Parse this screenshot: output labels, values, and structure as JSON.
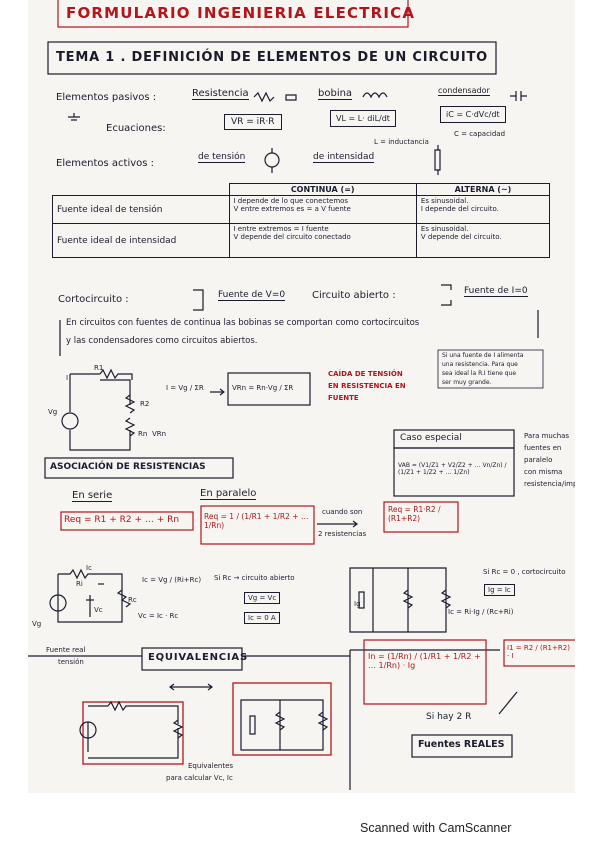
{
  "header": {
    "title": "FORMULARIO INGENIERIA ELECTRICA",
    "topic": "TEMA 1 . DEFINICIÓN DE ELEMENTOS DE UN CIRCUITO"
  },
  "passive": {
    "label": "Elementos pasivos :",
    "resistencia": "Resistencia",
    "bobina": "bobina",
    "condensador": "condensador",
    "ecuaciones": "Ecuaciones:",
    "eq_r": "VR = iR·R",
    "eq_l": "VL = L· diL/dt",
    "eq_c": "iC = C·dVc/dt",
    "l_note": "L = inductancia",
    "c_note": "C = capacidad"
  },
  "active": {
    "label": "Elementos activos :",
    "tension": "de tensión",
    "intensidad": "de intensidad",
    "col_continua": "CONTINUA (=)",
    "col_alterna": "ALTERNA (~)",
    "row1_label": "Fuente ideal de tensión",
    "row1_cont_1": "I depende de lo que conectemos",
    "row1_cont_2": "V entre extremos es = a V fuente",
    "row1_alt_1": "Es sinusoidal.",
    "row1_alt_2": "I depende del circuito.",
    "row2_label": "Fuente ideal de intensidad",
    "row2_cont_1": "I entre extremos = I fuente",
    "row2_cont_2": "V depende del circuito conectado",
    "row2_alt_1": "Es sinusoidal.",
    "row2_alt_2": "V depende del circuito."
  },
  "short": {
    "cortocircuito": "Cortocircuito :",
    "fuente_v0": "Fuente de V=0",
    "abierto": "Circuito abierto :",
    "fuente_i0": "Fuente de I=0",
    "note_1": "En circuitos con fuentes de continua las bobinas se comportan como cortocircuitos",
    "note_2": "y las condensadores como circuitos abiertos."
  },
  "divider": {
    "i_eq": "I = Vg / ΣR",
    "vrn": "VRn = Rn·Vg / ΣR",
    "caida": "CAÍDA DE TENSIÓN",
    "en_res": "EN RESISTENCIA EN",
    "fuente": "FUENTE",
    "side_note_1": "Si una fuente de I alimenta",
    "side_note_2": "una resistencia. Para que",
    "side_note_3": "sea ideal la R.I tiene que",
    "side_note_4": "ser muy grande.",
    "lbl_r1": "R1",
    "lbl_r2": "R2",
    "lbl_rn": "Rn",
    "lbl_vg": "Vg",
    "lbl_vrn": "VRn",
    "lbl_i": "I"
  },
  "special": {
    "title": "Caso especial",
    "formula": "VAB = (V1/Z1 + V2/Z2 + … Vn/Zn) / (1/Z1 + 1/Z2 + … 1/Zn)",
    "note_1": "Para muchas",
    "note_2": "fuentes en",
    "note_3": "paralelo",
    "note_4": "con misma",
    "note_5": "resistencia/imp."
  },
  "assoc": {
    "title": "ASOCIACIÓN DE RESISTENCIAS",
    "serie": "En serie",
    "paralelo": "En paralelo",
    "req_serie": "Req = R1 + R2 + … + Rn",
    "req_par": "Req = 1 / (1/R1 + 1/R2 + … 1/Rn)",
    "cuando": "cuando son",
    "dos": "2 resistencias",
    "req_two": "Req = R1·R2 / (R1+R2)"
  },
  "real": {
    "ic": "Ic = Vg / (Ri+Rc)",
    "vc": "Vc = Ic · Rc",
    "si_rc": "Si Rc → circuito abierto",
    "vg_vc": "Vg = Vc",
    "ic0": "Ic = 0 A",
    "fuente_real": "Fuente real",
    "tension": "tensión",
    "lbl_ic": "Ic",
    "lbl_ri": "Ri",
    "lbl_rc": "Rc",
    "lbl_vc": "Vc",
    "lbl_vg": "Vg",
    "lbl_ig": "Ig",
    "si_rc0": "Si Rc = 0 , cortocircuito",
    "ig_ic": "Ig = Ic",
    "ic_par": "Ic = Ri·Ig / (Rc+Ri)"
  },
  "equiv": {
    "title": "EQUIVALENCIAS",
    "in_formula": "In = (1/Rn) / (1/R1 + 1/R2 + … 1/Rn) · Ig",
    "it_formula": "I1 = R2 / (R1+R2) · I",
    "si_hay": "Si hay 2 R",
    "fuentes_reales": "Fuentes REALES",
    "equivalentes": "Equivalentes",
    "para_calcular": "para calcular Vc, Ic"
  },
  "footer": "Scanned with CamScanner"
}
